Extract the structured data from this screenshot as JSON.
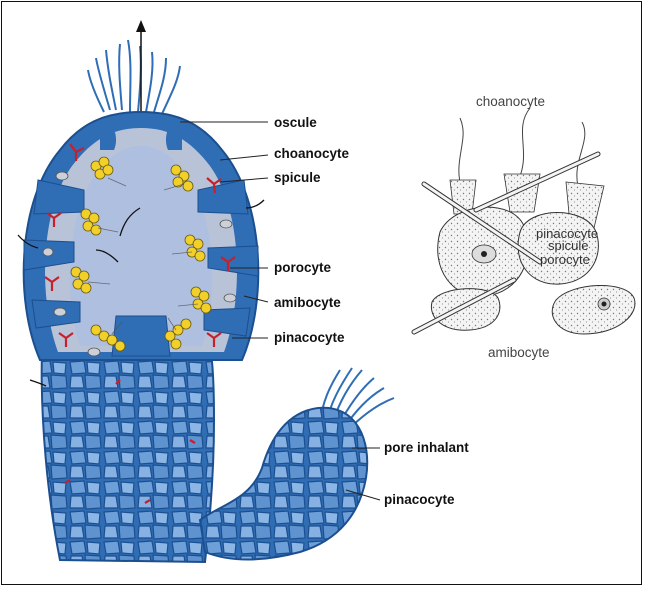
{
  "sponge_labels": {
    "oscule": "oscule",
    "choanocyte": "choanocyte",
    "spicule": "spicule",
    "porocyte": "porocyte",
    "amibocyte": "amibocyte",
    "pinacocyte": "pinacocyte",
    "pore_inhalant": "pore inhalant",
    "pinacocyte_bud": "pinacocyte"
  },
  "cells_labels": {
    "choanocyte": "choanocyte",
    "pinacocyte": "pinacocyte",
    "spicule": "spicule",
    "porocyte": "porocyte",
    "amibocyte": "amibocyte"
  },
  "colors": {
    "body_blue": "#2f6db5",
    "body_dark": "#1c4f8f",
    "cavity": "#aebfe0",
    "choanocyte_yellow": "#f2d02a",
    "spicule_red": "#c8202a"
  }
}
